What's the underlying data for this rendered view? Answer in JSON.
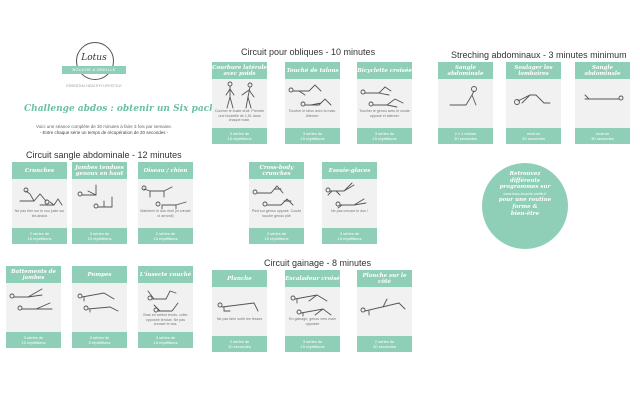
{
  "logo": {
    "word": "Lotus",
    "ribbon": "BOUCHE A OREILLE",
    "tagline": "ESSENTIAL HEALTHY LIFESTYLE"
  },
  "title": "Challenge abdos : obtenir un Six pack",
  "intro": {
    "line1": "Voici une séance complète de 30 minutes à faire 3 fois par semaine.",
    "line2": "- Entre chaque série un temps de récupération de 20 secondes -"
  },
  "sections": {
    "sangle": "Circuit sangle abdominale - 12 minutes",
    "obliques": "Circuit pour obliques - 10 minutes",
    "stretch": "Streching abdominaux - 3 minutes minimum",
    "gainage": "Circuit gainage - 8 minutes"
  },
  "cards": {
    "crunches": {
      "title": "Crunches",
      "desc": "Ne pas tirer sur le cou juste sur les abdos",
      "f1": "2 séries de",
      "f2": "15 répétitions"
    },
    "jambes": {
      "title": "Jambes tendues genoux en haut",
      "desc": "",
      "f1": "3 séries de",
      "f2": "15 répétitions"
    },
    "oiseau": {
      "title": "Oiseau / chien",
      "desc": "Maintenir le dos droit (ni creusé ni arrondi)",
      "f1": "2 séries de",
      "f2": "15 répétitions"
    },
    "battements": {
      "title": "Battements de jambes",
      "desc": "",
      "f1": "3 séries de",
      "f2": "10 répétitions"
    },
    "pompes": {
      "title": "Pompes",
      "desc": "",
      "f1": "3 séries de",
      "f2": "5 répétitions"
    },
    "insecte": {
      "title": "L'insecte couché",
      "desc": "Bras en arrière tendu, coller opposée tendue. Ne pas creuser le dos.",
      "f1": "3 séries de",
      "f2": "15 répétitions"
    },
    "courbure": {
      "title": "Courbure latérale avec poids",
      "desc": "Courber le buste droit. Prendre une bouteille de 1,5L dans chaque main.",
      "f1": "3 séries de",
      "f2": "15 répétitions"
    },
    "touche": {
      "title": "Touché de talons",
      "desc": "Toucher le talon avec la main. Alterner.",
      "f1": "3 séries de",
      "f2": "15 répétitions"
    },
    "bicyclette": {
      "title": "Bicyclette croisée",
      "desc": "Toucher le genou avec le coude opposé et alterner",
      "f1": "3 séries de",
      "f2": "15 répétitions"
    },
    "crossbody": {
      "title": "Cross-body crunches",
      "desc": "Pied sur genou opposé. Coude touche genou plié",
      "f1": "3 séries de",
      "f2": "15 répétitions"
    },
    "essuie": {
      "title": "Essuie-glaces",
      "desc": "Ne pas creuser le dos !",
      "f1": "3 séries de",
      "f2": "15 répétitions"
    },
    "sangle1": {
      "title": "Sangle abdominale",
      "desc": "",
      "f1": "2 x 1 minute",
      "f2": "30 secondes"
    },
    "soulager": {
      "title": "Soulager les lombaires",
      "desc": "",
      "f1": "environ",
      "f2": "30 secondes"
    },
    "sangle2": {
      "title": "Sangle abdominale",
      "desc": "",
      "f1": "environ",
      "f2": "30 secondes"
    },
    "planche": {
      "title": "Planche",
      "desc": "Ne pas faire sortir les fesses",
      "f1": "2 séries de",
      "f2": "30 secondes"
    },
    "escalade": {
      "title": "Escaladeur croisé",
      "desc": "En gainage, genou vers main opposée",
      "f1": "3 séries de",
      "f2": "15 répétitions"
    },
    "plancheCote": {
      "title": "Planche sur le côté",
      "desc": "",
      "f1": "2 séries de",
      "f2": "30 secondes"
    }
  },
  "promo": {
    "l1": "Retrouvez",
    "l2": "différents",
    "l3": "programmes sur",
    "url": "www.lotus-bouche-oreille.fr",
    "l4": "pour une routine",
    "l5": "forme &",
    "l6": "bien-être"
  }
}
